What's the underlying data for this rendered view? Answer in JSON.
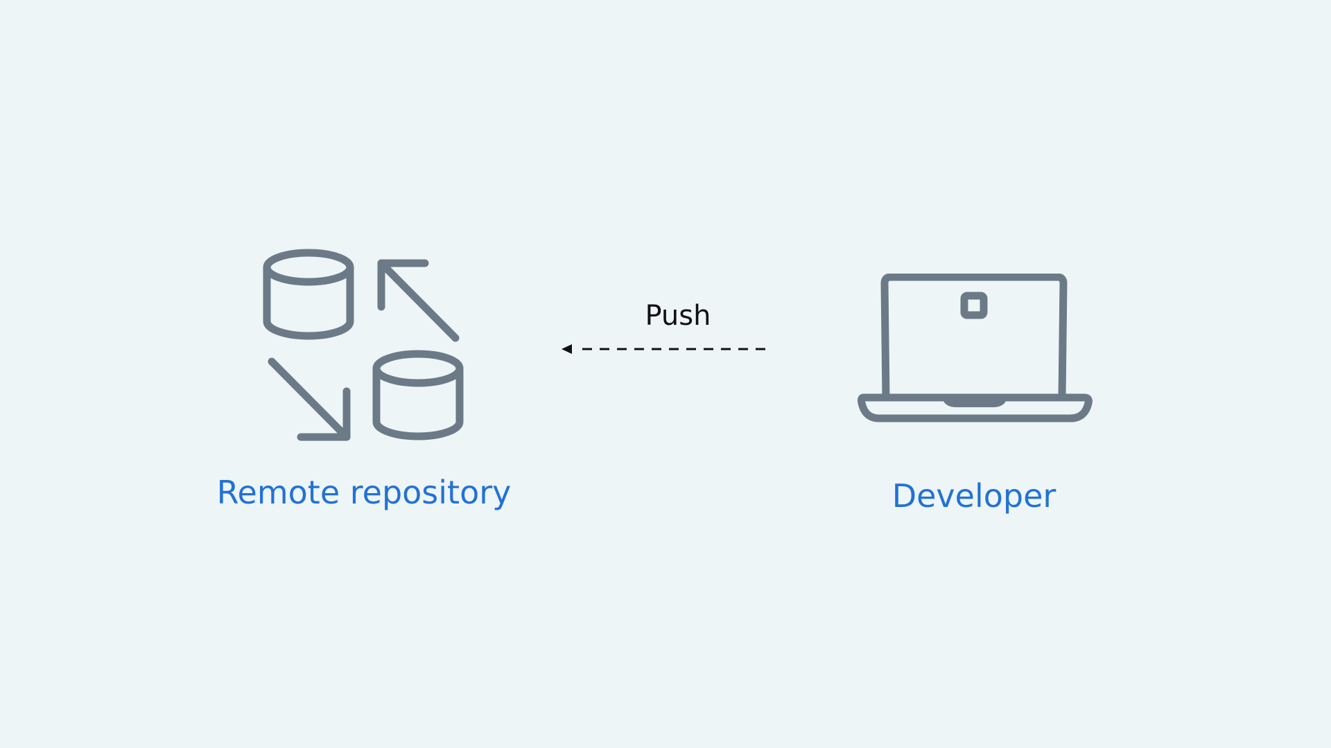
{
  "colors": {
    "background": "#eef5f6",
    "icon_stroke": "#6c7a88",
    "label_blue": "#2272d4",
    "arrow_text": "#111111"
  },
  "nodes": {
    "remote": {
      "label": "Remote repository",
      "icon": "database-sync-icon"
    },
    "developer": {
      "label": "Developer",
      "icon": "laptop-icon"
    }
  },
  "connection": {
    "label": "Push",
    "direction": "developer-to-remote",
    "style": "dashed",
    "icon": "left-arrow-icon"
  }
}
